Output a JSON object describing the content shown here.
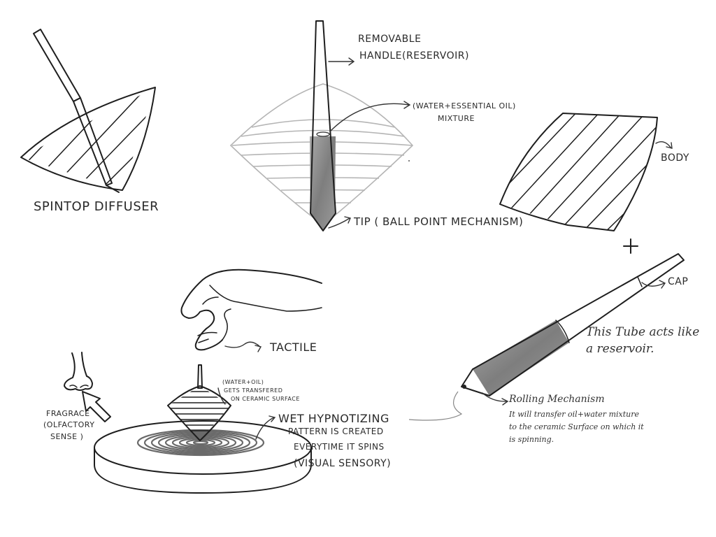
{
  "labels": {
    "spin_top_diffuser": "SpinTop Diffuser",
    "removable_handle_1": "Removable",
    "removable_handle_2": "Handle(Reservoir)",
    "mixture_1": "(Water+Essential Oil)",
    "mixture_2": "Mixture",
    "body": "Body",
    "tip": "Tip ( Ball Point Mechanism)",
    "plus": "+",
    "cap": "Cap",
    "tube_1": "This Tube acts like",
    "tube_2": "a reservoir.",
    "tactile": "Tactile",
    "water_oil_1": "(Water+oil)",
    "water_oil_2": "gets transfered",
    "water_oil_3": "on ceramic surface",
    "fragrance_1": "Fragrace",
    "fragrance_2": "(Olfactory",
    "fragrance_3": "Sense )",
    "wet_1": "Wet Hypnotizing",
    "wet_2": "pattern is created",
    "wet_3": "Everytime it Spins",
    "wet_4": "(Visual Sensory)",
    "rolling_title": "Rolling Mechanism",
    "rolling_1": "It will transfer oil+water mixture",
    "rolling_2": "to the ceramic Surface on which it",
    "rolling_3": "is spinning."
  },
  "colors": {
    "ink": "#1e1e1e",
    "ghost_outline": "#b5b5b5",
    "reservoir_fill": "#8f8f8f",
    "pattern": "#6a6a6a"
  }
}
